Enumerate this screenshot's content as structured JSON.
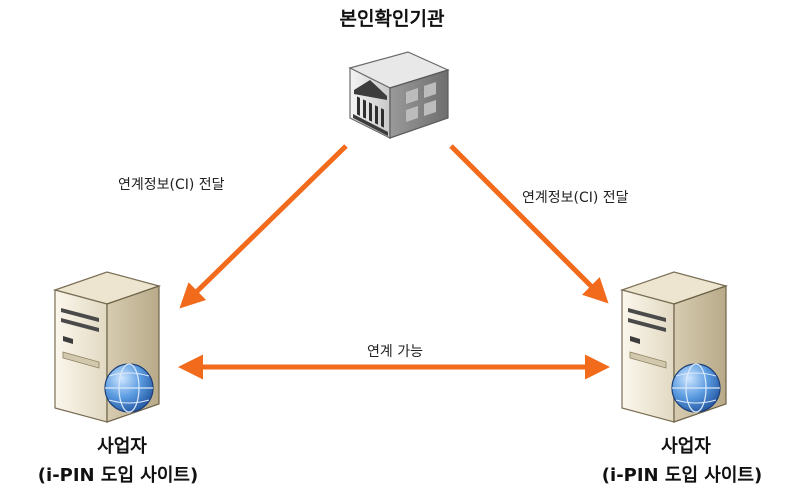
{
  "top_node": {
    "label": "본인확인기관",
    "icon": "bank-building-icon"
  },
  "left_node": {
    "label_line1": "사업자",
    "label_line2": "(i-PIN 도입 사이트)",
    "icon": "web-server-icon"
  },
  "right_node": {
    "label_line1": "사업자",
    "label_line2": "(i-PIN 도입 사이트)",
    "icon": "web-server-icon"
  },
  "edges": {
    "top_to_left": "연계정보(CI) 전달",
    "top_to_right": "연계정보(CI) 전달",
    "left_right": "연계 가능"
  },
  "colors": {
    "arrow": "#f26a1b"
  }
}
